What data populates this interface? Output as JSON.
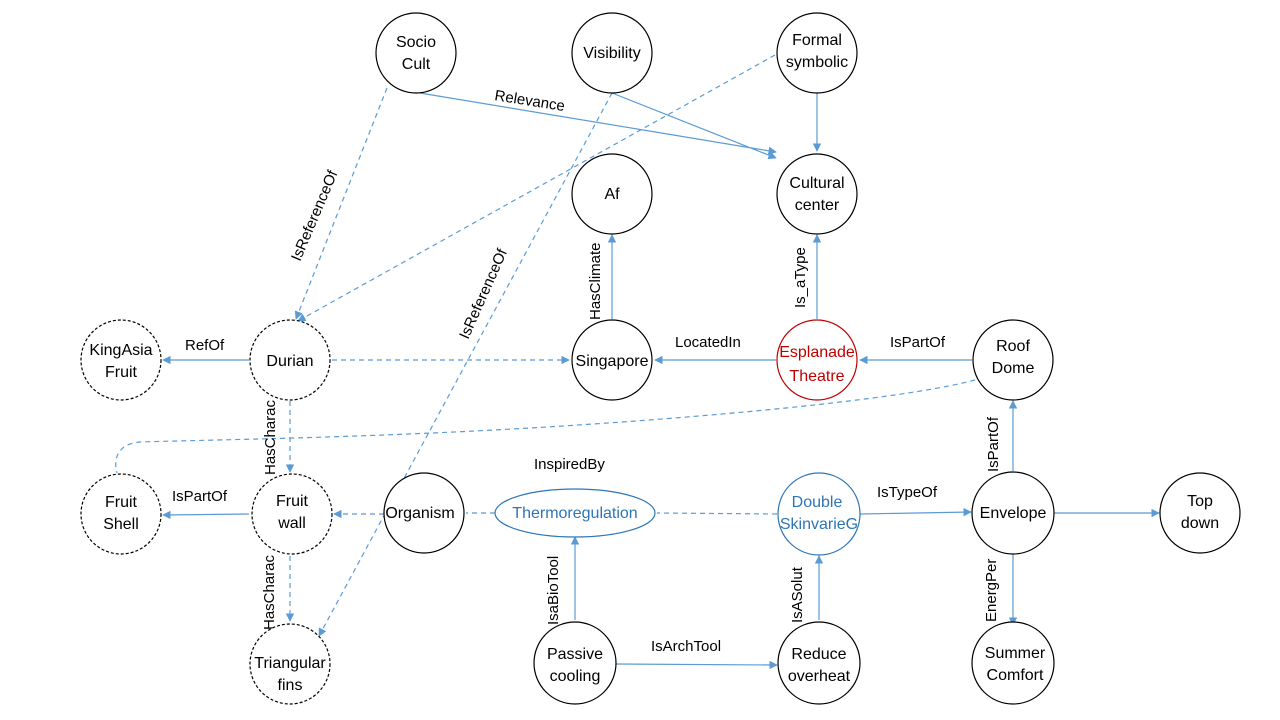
{
  "diagram": {
    "colors": {
      "edge": "#5b9bd5",
      "highlight_red": "#c00000",
      "highlight_blue": "#2e75b6",
      "node_stroke": "#000000"
    },
    "nodes": [
      {
        "id": "socio_cult",
        "lines": [
          "Socio",
          "Cult"
        ]
      },
      {
        "id": "visibility",
        "lines": [
          "Visibility"
        ]
      },
      {
        "id": "formal_symbolic",
        "lines": [
          "Formal",
          "symbolic"
        ]
      },
      {
        "id": "af",
        "lines": [
          "Af"
        ]
      },
      {
        "id": "cultural_center",
        "lines": [
          "Cultural",
          "center"
        ]
      },
      {
        "id": "kingasia_fruit",
        "lines": [
          "KingAsia",
          "Fruit"
        ]
      },
      {
        "id": "durian",
        "lines": [
          "Durian"
        ]
      },
      {
        "id": "singapore",
        "lines": [
          "Singapore"
        ]
      },
      {
        "id": "esplanade_theatre",
        "lines": [
          "Esplanade",
          "Theatre"
        ]
      },
      {
        "id": "roof_dome",
        "lines": [
          "Roof",
          "Dome"
        ]
      },
      {
        "id": "fruit_shell",
        "lines": [
          "Fruit",
          "Shell"
        ]
      },
      {
        "id": "fruit_wall",
        "lines": [
          "Fruit",
          "wall"
        ]
      },
      {
        "id": "organism",
        "lines": [
          "Organism"
        ]
      },
      {
        "id": "thermoregulation",
        "lines": [
          "Thermoregulation"
        ]
      },
      {
        "id": "double_skin",
        "lines": [
          "Double",
          "SkinvarieG"
        ]
      },
      {
        "id": "envelope",
        "lines": [
          "Envelope"
        ]
      },
      {
        "id": "top_down",
        "lines": [
          "Top",
          "down"
        ]
      },
      {
        "id": "triangular_fins",
        "lines": [
          "Triangular",
          "fins"
        ]
      },
      {
        "id": "passive_cooling",
        "lines": [
          "Passive",
          "cooling"
        ]
      },
      {
        "id": "reduce_overheat",
        "lines": [
          "Reduce",
          "overheat"
        ]
      },
      {
        "id": "summer_comfort",
        "lines": [
          "Summer",
          "Comfort"
        ]
      }
    ],
    "edge_labels": {
      "relevance": "Relevance",
      "isreferenceof_1": "IsReferenceOf",
      "isreferenceof_2": "IsReferenceOf",
      "hasclimate": "HasClimate",
      "is_atype": "Is_aType",
      "refof": "RefOf",
      "locatedin": "LocatedIn",
      "ispartof_1": "IsPartOf",
      "hascharac_1": "HasCharac",
      "ispartof_2": "IsPartOf",
      "inspiredby": "InspiredBy",
      "istypeof": "IsTypeOf",
      "ispartof_3": "IsPartOf",
      "hascharac_2": "HasCharac",
      "isabiotool": "IsaBioTool",
      "isasolut": "IsASolut",
      "energper": "EnergPer",
      "isarchtool": "IsArchTool"
    }
  }
}
